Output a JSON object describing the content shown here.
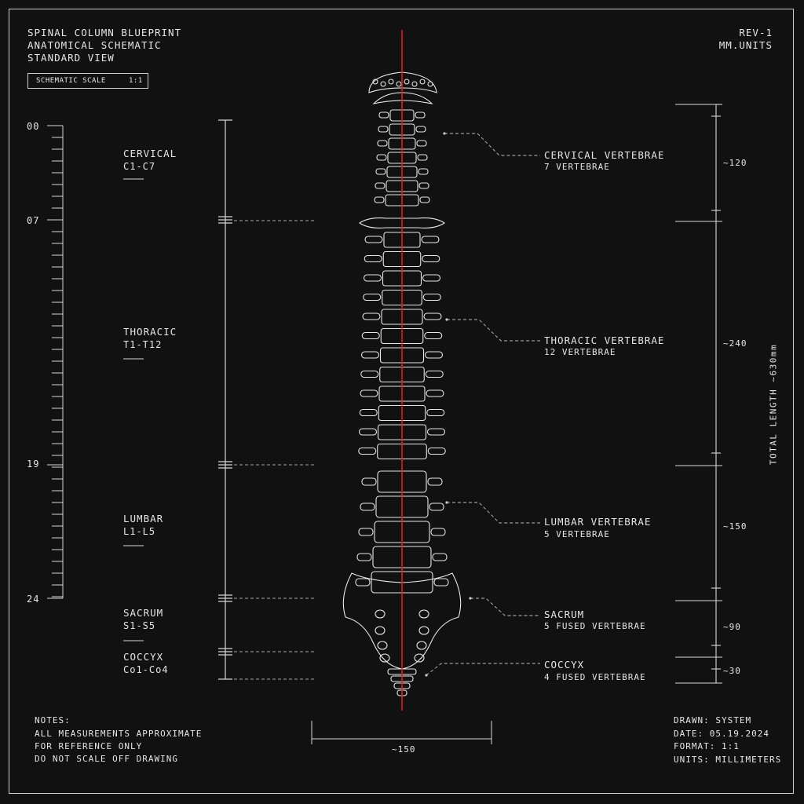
{
  "header": {
    "line1": "SPINAL COLUMN BLUEPRINT",
    "line2": "ANATOMICAL SCHEMATIC",
    "line3": "STANDARD VIEW",
    "rev": "REV-1",
    "units": "MM.UNITS"
  },
  "scale_box": {
    "label": "SCHEMATIC SCALE",
    "value": "1:1"
  },
  "left_ruler": {
    "ticks": [
      "00",
      "07",
      "19",
      "24"
    ]
  },
  "regions": [
    {
      "name": "CERVICAL",
      "range": "C1-C7"
    },
    {
      "name": "THORACIC",
      "range": "T1-T12"
    },
    {
      "name": "LUMBAR",
      "range": "L1-L5"
    },
    {
      "name": "SACRUM",
      "range": "S1-S5"
    },
    {
      "name": "COCCYX",
      "range": "Co1-Co4"
    }
  ],
  "callouts": [
    {
      "title": "CERVICAL VERTEBRAE",
      "sub": "7 VERTEBRAE"
    },
    {
      "title": "THORACIC VERTEBRAE",
      "sub": "12 VERTEBRAE"
    },
    {
      "title": "LUMBAR VERTEBRAE",
      "sub": "5 VERTEBRAE"
    },
    {
      "title": "SACRUM",
      "sub": "5 FUSED VERTEBRAE"
    },
    {
      "title": "COCCYX",
      "sub": "4 FUSED VERTEBRAE"
    }
  ],
  "right_dims": [
    "~120",
    "~240",
    "~150",
    "~90",
    "~30"
  ],
  "total_length": "TOTAL LENGTH ~630mm",
  "width_dim": "~150",
  "notes": {
    "title": "NOTES:",
    "lines": [
      "ALL MEASUREMENTS APPROXIMATE",
      "FOR REFERENCE ONLY",
      "DO NOT SCALE OFF DRAWING"
    ]
  },
  "title_block": {
    "drawn": "DRAWN: SYSTEM",
    "date": "DATE: 05.19.2024",
    "format": "FORMAT: 1:1",
    "units": "UNITS: MILLIMETERS"
  },
  "colors": {
    "background": "#111111",
    "line": "#e6e6e6",
    "axis": "#e0201c"
  }
}
